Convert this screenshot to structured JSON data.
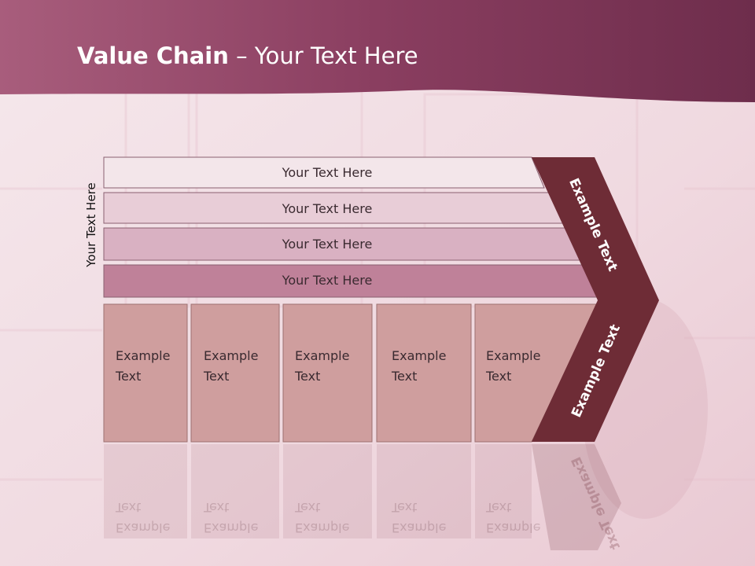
{
  "slide": {
    "title_bold": "Value Chain",
    "title_rest": " – Your Text Here",
    "vertical_label": "Your Text Here",
    "rows": [
      {
        "label": "Your Text Here",
        "color": "#f3e6ea"
      },
      {
        "label": "Your Text Here",
        "color": "#e8cdd7"
      },
      {
        "label": "Your Text Here",
        "color": "#d9b1c2"
      },
      {
        "label": "Your Text Here",
        "color": "#bf8199"
      }
    ],
    "columns": [
      {
        "text": "Example\nText"
      },
      {
        "text": "Example\nText"
      },
      {
        "text": "Example\nText"
      },
      {
        "text": "Example\nText"
      },
      {
        "text": "Example\nText"
      }
    ],
    "chevron_top_label": "Example Text",
    "chevron_bottom_label": "Example Text",
    "colors": {
      "header": "#9c5070",
      "column_fill": "#cf9e9e",
      "chevron": "#6e2c36"
    }
  }
}
